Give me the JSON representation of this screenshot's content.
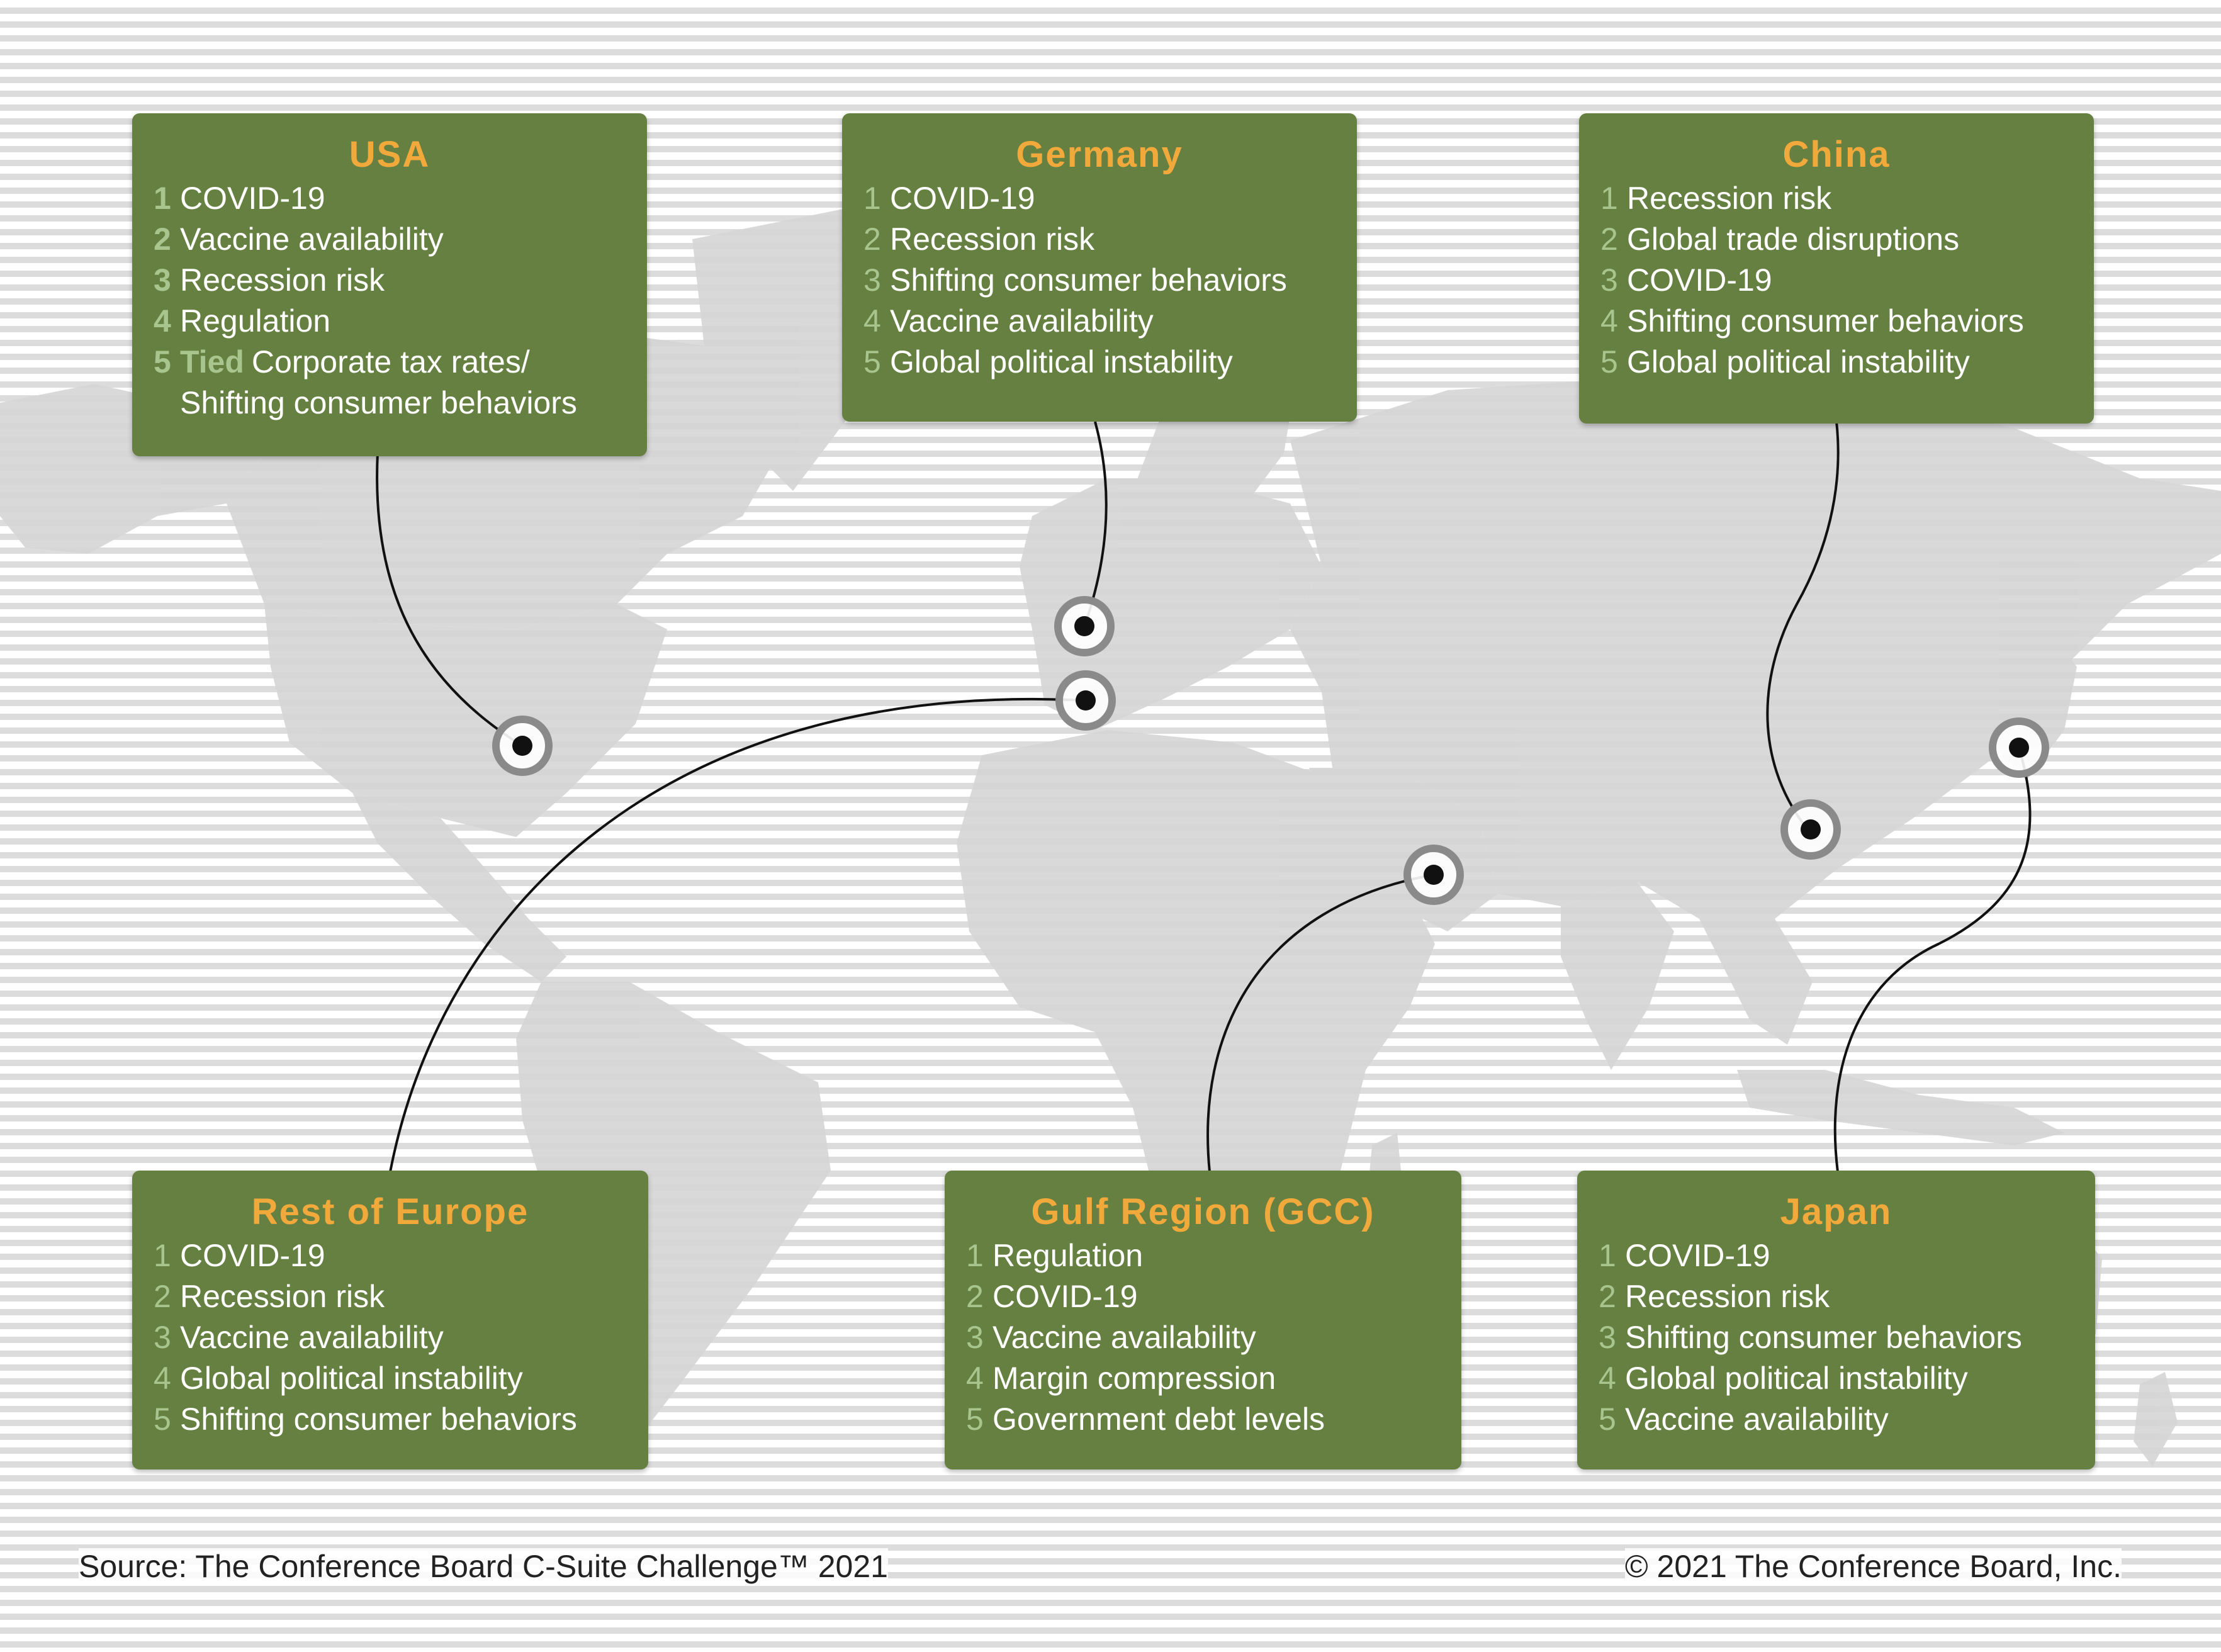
{
  "regions": [
    {
      "id": "usa",
      "title": "USA",
      "items": [
        {
          "num": "1",
          "text": "COVID-19"
        },
        {
          "num": "2",
          "text": "Vaccine availability"
        },
        {
          "num": "3",
          "text": "Recession risk"
        },
        {
          "num": "4",
          "text": "Regulation"
        },
        {
          "num": "5",
          "tied": "Tied",
          "text": "Corporate tax rates/"
        },
        {
          "num": "",
          "text": "Shifting consumer behaviors"
        }
      ]
    },
    {
      "id": "germany",
      "title": "Germany",
      "items": [
        {
          "num": "1",
          "text": "COVID-19"
        },
        {
          "num": "2",
          "text": "Recession risk"
        },
        {
          "num": "3",
          "text": "Shifting consumer behaviors"
        },
        {
          "num": "4",
          "text": "Vaccine availability"
        },
        {
          "num": "5",
          "text": "Global political instability"
        }
      ]
    },
    {
      "id": "china",
      "title": "China",
      "items": [
        {
          "num": "1",
          "text": "Recession risk"
        },
        {
          "num": "2",
          "text": "Global trade disruptions"
        },
        {
          "num": "3",
          "text": "COVID-19"
        },
        {
          "num": "4",
          "text": "Shifting consumer behaviors"
        },
        {
          "num": "5",
          "text": "Global political instability"
        }
      ]
    },
    {
      "id": "rest-of-europe",
      "title": "Rest of Europe",
      "items": [
        {
          "num": "1",
          "text": "COVID-19"
        },
        {
          "num": "2",
          "text": "Recession risk"
        },
        {
          "num": "3",
          "text": "Vaccine availability"
        },
        {
          "num": "4",
          "text": "Global political instability"
        },
        {
          "num": "5",
          "text": "Shifting consumer behaviors"
        }
      ]
    },
    {
      "id": "gcc",
      "title": "Gulf Region (GCC)",
      "items": [
        {
          "num": "1",
          "text": "Regulation"
        },
        {
          "num": "2",
          "text": "COVID-19"
        },
        {
          "num": "3",
          "text": "Vaccine availability"
        },
        {
          "num": "4",
          "text": "Margin compression"
        },
        {
          "num": "5",
          "text": "Government debt levels"
        }
      ]
    },
    {
      "id": "japan",
      "title": "Japan",
      "items": [
        {
          "num": "1",
          "text": "COVID-19"
        },
        {
          "num": "2",
          "text": "Recession risk"
        },
        {
          "num": "3",
          "text": "Shifting consumer behaviors"
        },
        {
          "num": "4",
          "text": "Global political instability"
        },
        {
          "num": "5",
          "text": "Vaccine availability"
        }
      ]
    }
  ],
  "footer": {
    "source": "Source: The Conference Board C-Suite Challenge™ 2021",
    "copyright": "© 2021 The Conference Board, Inc."
  },
  "colors": {
    "box": "#658040",
    "title": "#f2a93b",
    "number": "#a8c58e",
    "land": "#d5d5d5",
    "marker_ring": "#8a8a8a"
  },
  "icons": [
    "world-map",
    "location-marker-icon"
  ]
}
